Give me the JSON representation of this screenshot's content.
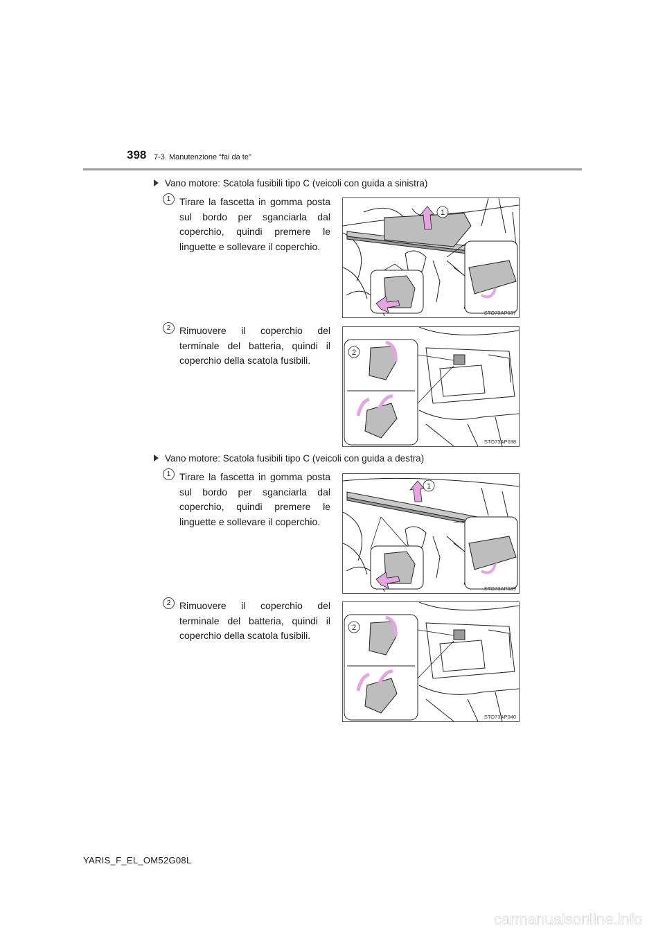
{
  "header": {
    "page_number": "398",
    "section": "7-3. Manutenzione “fai da te”"
  },
  "sections": [
    {
      "heading": "Vano motore: Scatola fusibili tipo C (veicoli con guida a sinistra)",
      "steps": [
        {
          "num": "1",
          "text": "Tirare la fascetta in gomma posta sul bordo per sganciarla dal coperchio, quindi premere le linguette e sollevare il coperchio.",
          "figure_code": "STO73AP037",
          "callout": "1"
        },
        {
          "num": "2",
          "text": "Rimuovere il coperchio del terminale del batteria, quindi il coperchio della scatola fusibili.",
          "figure_code": "STO73AP038",
          "callout": "2"
        }
      ]
    },
    {
      "heading": "Vano motore: Scatola fusibili tipo C (veicoli con guida a destra)",
      "steps": [
        {
          "num": "1",
          "text": "Tirare la fascetta in gomma posta sul bordo per sganciarla dal coperchio, quindi premere le linguette e sollevare il coperchio.",
          "figure_code": "STO73AP039",
          "callout": "1"
        },
        {
          "num": "2",
          "text": "Rimuovere il coperchio del terminale del batteria, quindi il coperchio della scatola fusibili.",
          "figure_code": "STO73AP040",
          "callout": "2"
        }
      ]
    }
  ],
  "footer": {
    "code": "YARIS_F_EL_OM52G08L"
  },
  "watermark": {
    "text": "carmanualsonline.info"
  },
  "colors": {
    "arrow": "#e3a6e0",
    "rule": "#9a9a9a"
  }
}
